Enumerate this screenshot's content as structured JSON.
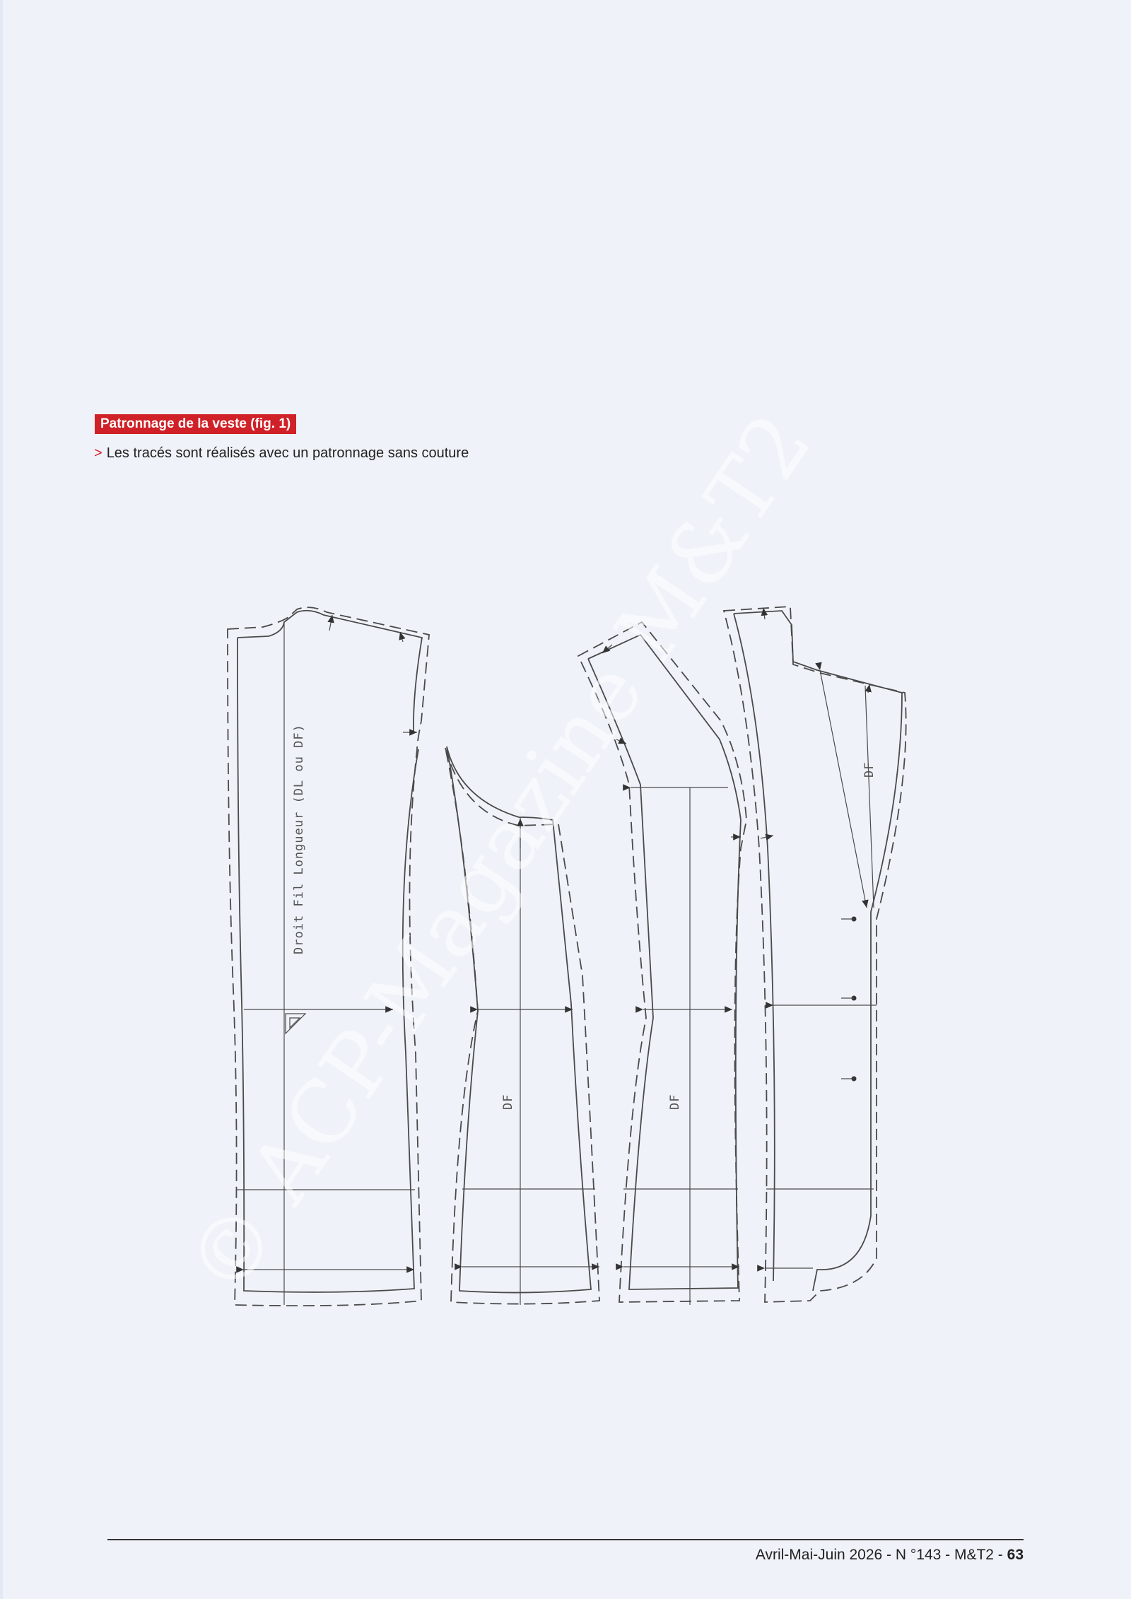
{
  "section": {
    "title": "Patronnage de la veste (fig. 1)",
    "intro_marker": ">",
    "intro": "Les tracés sont réalisés avec un patronnage sans couture"
  },
  "figure": {
    "grain_label": "Droit Fil Longueur (DL ou DF)",
    "df_labels": [
      "DF",
      "DF",
      "DF"
    ]
  },
  "watermark": "© ACP-Magazine M&T2",
  "footer": {
    "issue": "Avril-Mai-Juin 2026 - N °143 - M&T2 - ",
    "page_number": "63"
  }
}
